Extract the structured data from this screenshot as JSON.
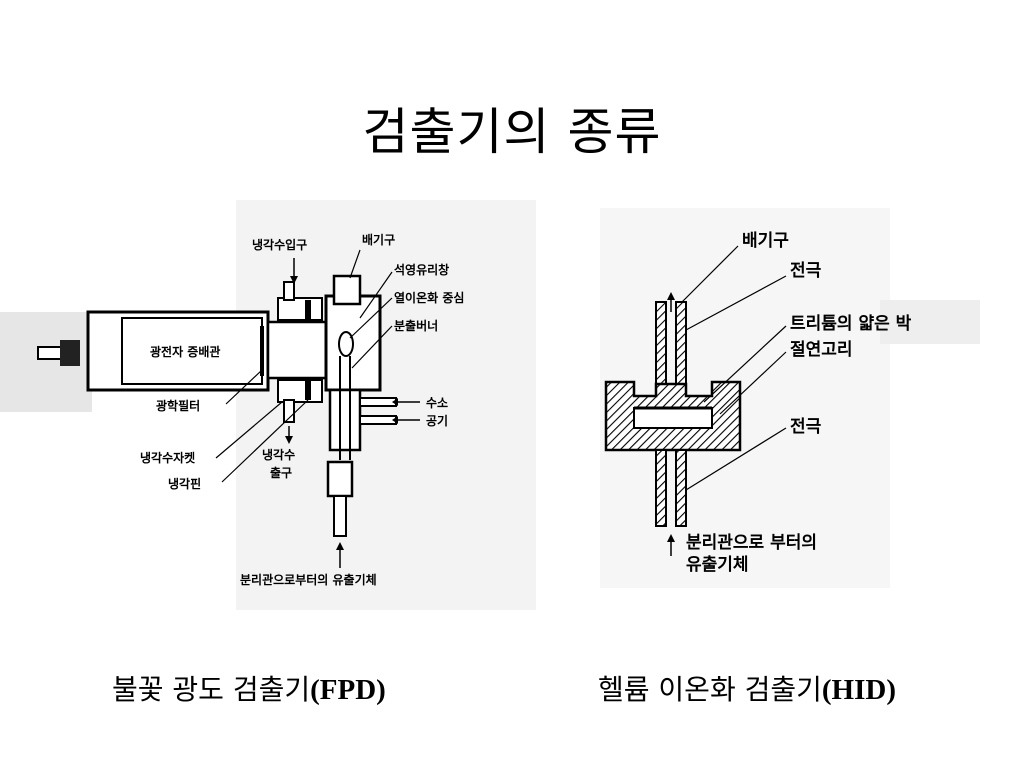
{
  "slide": {
    "title": "검출기의 종류"
  },
  "fpd": {
    "caption_korean": "불꽃 광도 검출기",
    "caption_abbr": "(FPD)",
    "labels": {
      "coolant_inlet": "냉각수입구",
      "exhaust": "배기구",
      "quartz_window": "석영유리창",
      "thermal_ionization_center": "열이온화 중심",
      "nozzle_burner": "분출버너",
      "photomultiplier": "광전자 증배관",
      "optical_filter": "광학필터",
      "coolant_jacket": "냉각수자켓",
      "cooling_fin": "냉각핀",
      "coolant_outlet_line1": "냉각수",
      "coolant_outlet_line2": "출구",
      "hydrogen": "수소",
      "air": "공기",
      "column_effluent": "분리관으로부터의 유출기체"
    }
  },
  "hid": {
    "caption_korean": "헬륨 이온화 검출기",
    "caption_abbr": "(HID)",
    "labels": {
      "exhaust": "배기구",
      "electrode_top": "전극",
      "tritium_foil": "트리튬의 얇은 박",
      "insulating_ring": "절연고리",
      "electrode_bottom": "전극",
      "column_effluent_line1": "분리관으로 부터의",
      "column_effluent_line2": "유출기체"
    }
  }
}
